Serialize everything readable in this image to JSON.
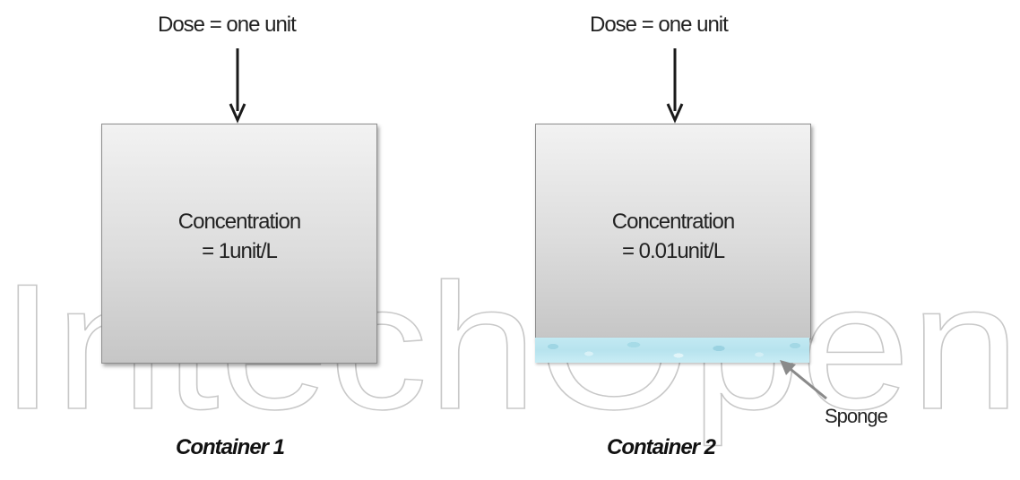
{
  "containers": [
    {
      "dose_label": "Dose = one unit",
      "concentration_line1": "Concentration",
      "concentration_line2": "= 1unit/L",
      "caption": "Container 1"
    },
    {
      "dose_label": "Dose = one unit",
      "concentration_line1": "Concentration",
      "concentration_line2": "= 0.01unit/L",
      "caption": "Container 2"
    }
  ],
  "sponge_label": "Sponge",
  "watermark_text": "IntechOpen",
  "colors": {
    "box_fill_top": "#f2f2f2",
    "box_fill_bottom": "#c6c6c6",
    "sponge": "#b7e3ee",
    "watermark_stroke": "#c8c8c8",
    "pointer_arrow": "#8a8a8a"
  }
}
